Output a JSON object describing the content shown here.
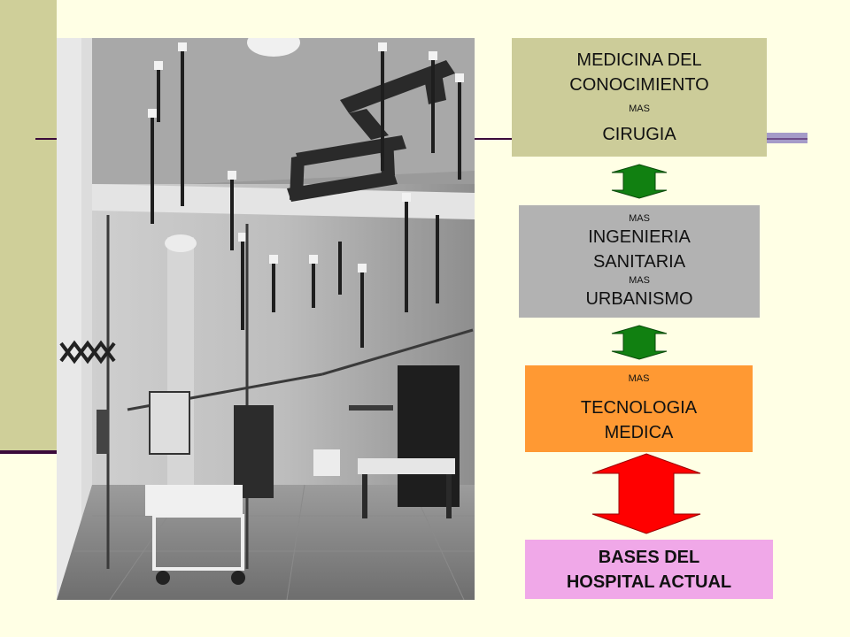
{
  "colors": {
    "background": "#FFFFE5",
    "left_bar": "#CFCF99",
    "accent_line": "#3A0A3A",
    "box_medicina": "#CCCC99",
    "box_ingenieria": "#B2B2B2",
    "box_tecnologia": "#FF9933",
    "box_bases": "#F0A8E8",
    "arrow_green": "#118011",
    "arrow_red": "#FF0000"
  },
  "photo": {
    "description_icon": "hospital-operating-room-photo"
  },
  "boxes": {
    "medicina": {
      "line1": "MEDICINA DEL",
      "line2": "CONOCIMIENTO",
      "connector": "MAS",
      "line3": "CIRUGIA"
    },
    "ingenieria": {
      "connector_top": "MAS",
      "line1": "INGENIERIA",
      "line2": "SANITARIA",
      "connector_mid": "MAS",
      "line3": "URBANISMO"
    },
    "tecnologia": {
      "connector": "MAS",
      "line1": "TECNOLOGIA",
      "line2": "MEDICA"
    },
    "bases": {
      "line1": "BASES DEL",
      "line2": "HOSPITAL ACTUAL"
    }
  },
  "arrows": [
    {
      "name": "green-double-arrow-upper",
      "icon": "double-arrow-vertical-icon"
    },
    {
      "name": "green-double-arrow-lower",
      "icon": "double-arrow-vertical-icon"
    },
    {
      "name": "red-double-arrow",
      "icon": "double-arrow-vertical-icon"
    }
  ]
}
